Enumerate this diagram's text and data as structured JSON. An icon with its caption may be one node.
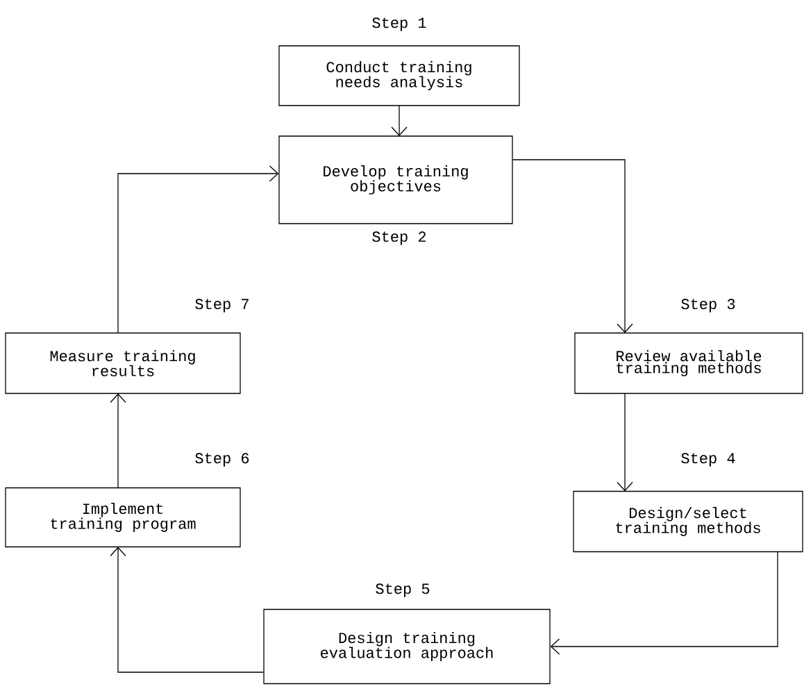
{
  "diagram": {
    "nodes": [
      {
        "text": [
          "Conduct training needs analysis"
        ],
        "beside": [
          "Step 1"
        ]
      },
      {
        "text": [
          "Develop training objectives"
        ],
        "beside": [
          "Step 2"
        ]
      },
      {
        "text": [
          "Review available training methods"
        ],
        "beside": [
          "Step 3"
        ]
      },
      {
        "text": [
          "Design/select training methods"
        ],
        "beside": [
          "Step 4"
        ]
      },
      {
        "text": [
          "Design training evaluation approach"
        ],
        "beside": [
          "Step 5"
        ]
      },
      {
        "text": [
          "Implement training program"
        ],
        "beside": [
          "Step 6"
        ]
      },
      {
        "text": [
          "Measure training results"
        ],
        "beside": [
          "Step 7"
        ]
      }
    ],
    "edges": [
      {
        "from": 0,
        "to": 1,
        "arrow": "to"
      },
      {
        "from": 1,
        "to": 2,
        "arrow": "to"
      },
      {
        "from": 2,
        "to": 3,
        "arrow": "to"
      },
      {
        "from": 3,
        "to": 4,
        "arrow": "to"
      },
      {
        "from": 4,
        "to": 5,
        "arrow": "to"
      },
      {
        "from": 5,
        "to": 6,
        "arrow": "to"
      },
      {
        "from": 6,
        "to": 1,
        "arrow": "to"
      }
    ]
  }
}
